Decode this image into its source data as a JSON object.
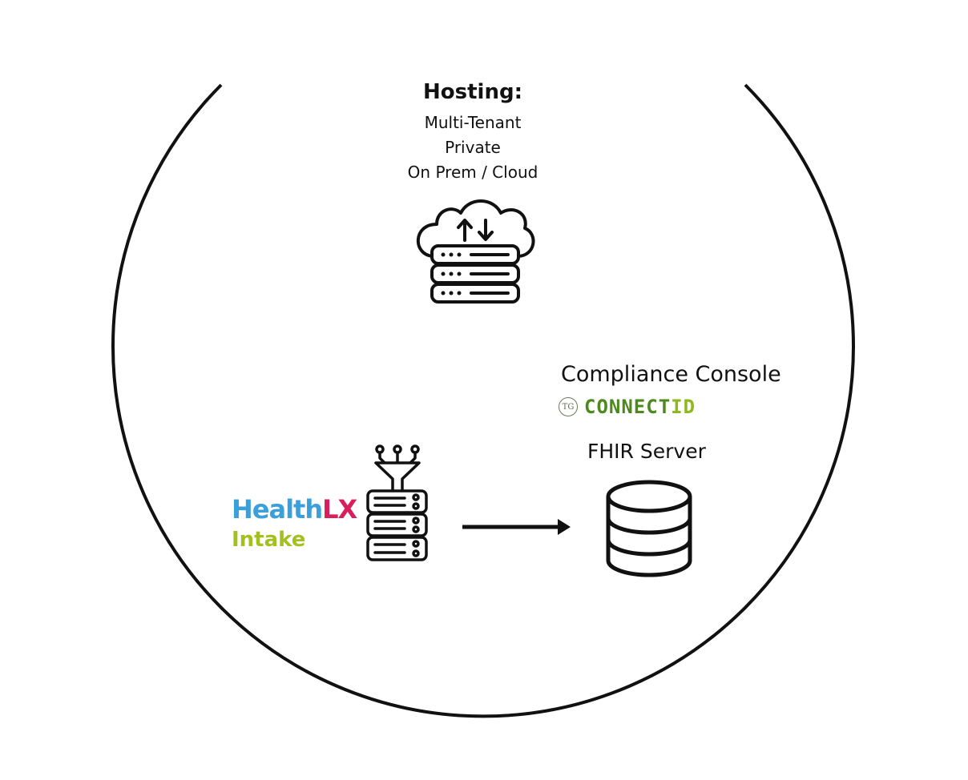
{
  "hosting": {
    "title": "Hosting:",
    "options": [
      "Multi-Tenant",
      "Private",
      "On Prem / Cloud"
    ]
  },
  "compliance": {
    "label": "Compliance Console"
  },
  "connectid": {
    "badge": "TG",
    "name_main": "CONNECT",
    "name_suffix": "ID"
  },
  "fhir": {
    "label": "FHIR Server"
  },
  "healthlx": {
    "name_main": "Health",
    "name_suffix": "LX",
    "product": "Intake"
  },
  "icons": [
    "cloud-server-icon",
    "filter-server-icon",
    "database-icon",
    "arrow-right-icon"
  ],
  "colors": {
    "stroke": "#111111",
    "healthlx_blue": "#3aa0dc",
    "healthlx_pink": "#d81e5b",
    "intake_green": "#a2c11e",
    "connect_green": "#4c8a1e",
    "id_green": "#8fb81f"
  }
}
